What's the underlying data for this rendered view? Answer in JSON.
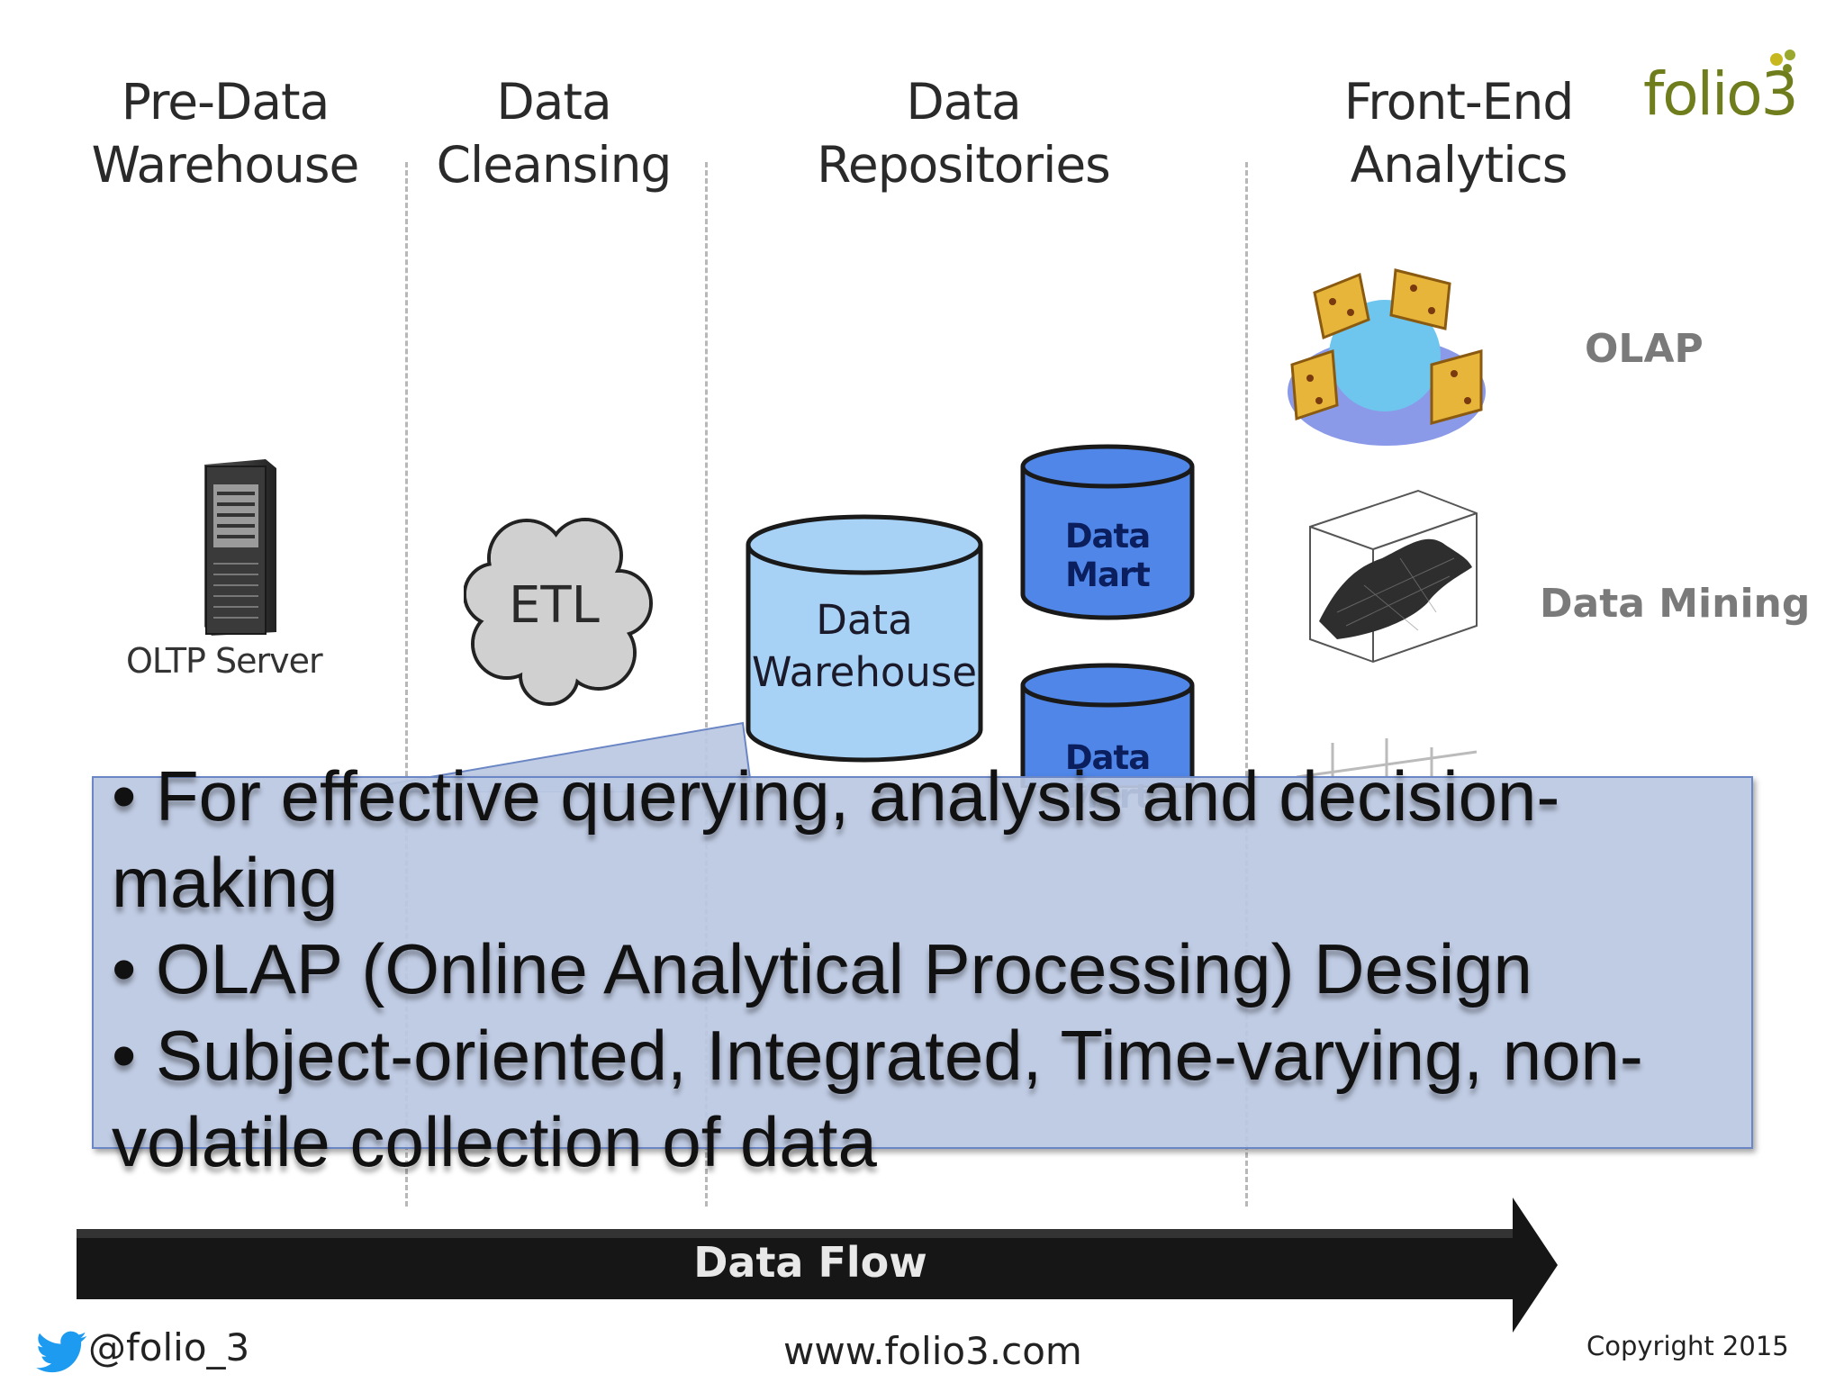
{
  "columns": {
    "pre_data_warehouse": "Pre-Data\nWarehouse",
    "data_cleansing": "Data\nCleansing",
    "data_repositories": "Data\nRepositories",
    "front_end_analytics": "Front-End\nAnalytics"
  },
  "logo": {
    "text": "folio3",
    "color": "#6f7d1d",
    "dot_color": "#c8b820"
  },
  "diagram": {
    "oltp_server_label": "OLTP Server",
    "etl_label": "ETL",
    "data_warehouse_label": "Data\nWarehouse",
    "data_mart_1_label": "Data Mart",
    "data_mart_2_label": "Data Mart",
    "olap_label": "OLAP",
    "data_mining_label": "Data Mining",
    "data_flow_label": "Data Flow"
  },
  "bullets": [
    "• For effective querying, analysis and decision-making",
    "• OLAP (Online Analytical Processing) Design",
    "• Subject-oriented, Integrated, Time-varying, non-volatile collection of data"
  ],
  "footer": {
    "twitter_handle": "@folio_3",
    "website": "www.folio3.com",
    "copyright": "Copyright 2015"
  },
  "colors": {
    "overlay_fill": "#bbc8e2",
    "overlay_border": "#6b86c4",
    "warehouse_fill": "#a8d2f5",
    "data_mart_fill": "#4f86e8",
    "twitter_blue": "#1d9bf0"
  }
}
